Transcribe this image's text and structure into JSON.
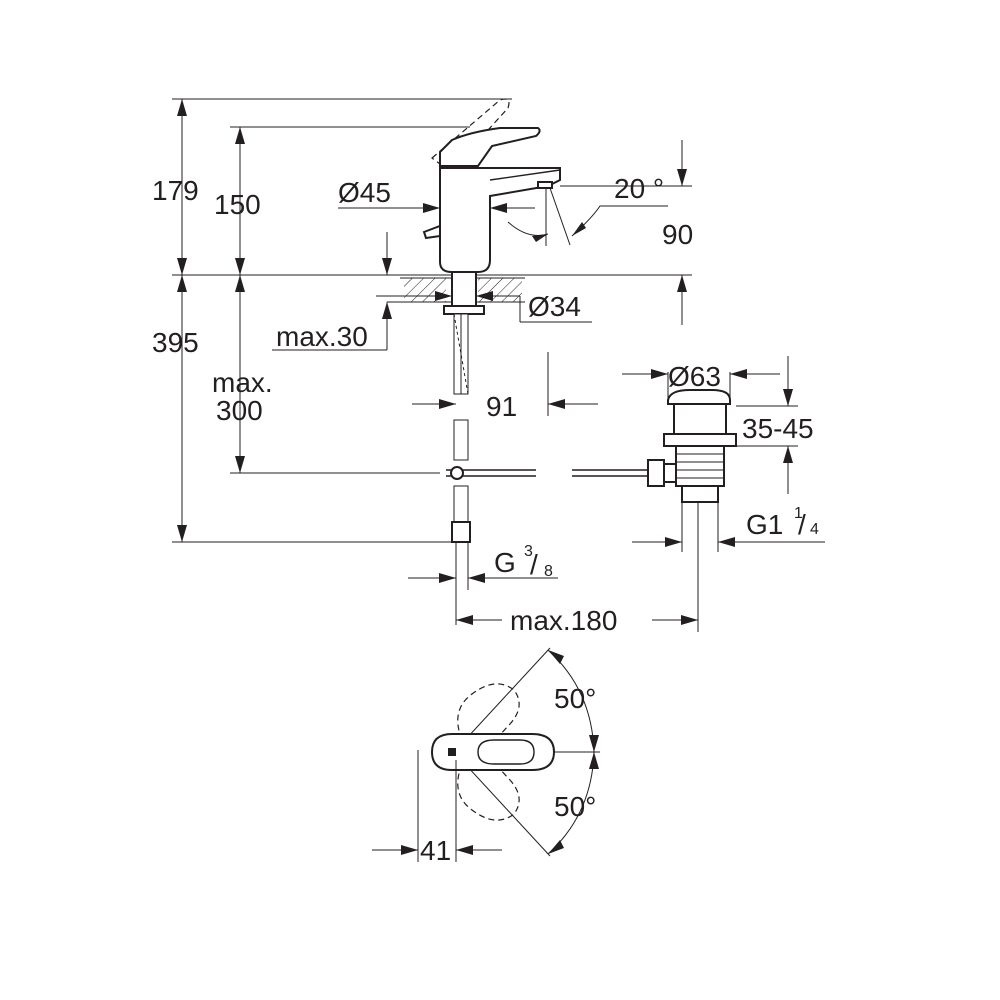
{
  "dimensions": {
    "height_total": "179",
    "height_spout": "150",
    "diameter_body": "Ø45",
    "angle_spout": "20 °",
    "projection": "90",
    "diameter_base": "Ø34",
    "deck_thickness": "max.30",
    "height_below": "395",
    "hose_max_line1": "max.",
    "hose_max_line2": "300",
    "hose_offset": "91",
    "diameter_waste": "Ø63",
    "waste_range": "35-45",
    "waste_thread_prefix": "G1",
    "waste_thread_num": "1",
    "waste_thread_den": "4",
    "inlet_thread_prefix": "G",
    "inlet_thread_num": "3",
    "inlet_thread_den": "8",
    "rod_length": "max.180",
    "lever_angle_up": "50°",
    "lever_angle_down": "50°",
    "lever_depth": "41"
  }
}
